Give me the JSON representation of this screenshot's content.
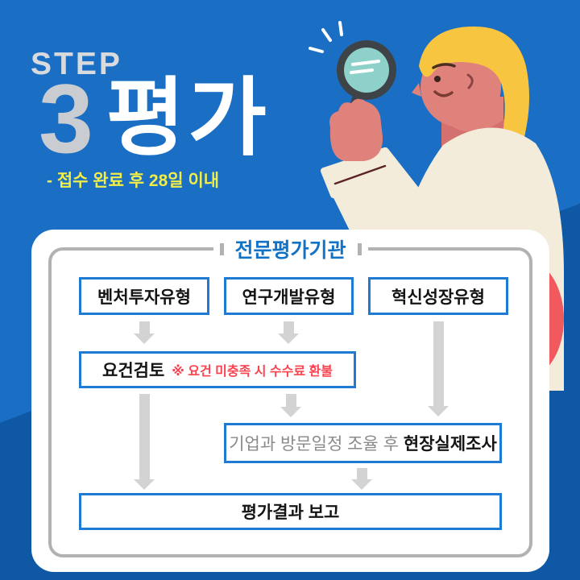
{
  "page": {
    "background_color": "#1a6ec3",
    "background_dark_color": "#0e58a5",
    "card_color": "#ffffff"
  },
  "header": {
    "step_label": "STEP",
    "step_number": "3",
    "step_title": "평가",
    "subtitle": "- 접수 완료 후 28일 이내",
    "subtitle_color": "#f1ee49"
  },
  "illustration": {
    "magnifier_lens_color": "#8ed0ca",
    "magnifier_rim_color": "#3e4347",
    "skin_color": "#e0827c",
    "skin_shadow_color": "#d4716f",
    "hair_color": "#f7c53f",
    "shirt_color": "#f4ecdb",
    "pants_color": "#f0595d"
  },
  "flowchart": {
    "agency_label": "전문평가기관",
    "type_boxes": [
      {
        "label": "벤처투자유형"
      },
      {
        "label": "연구개발유형"
      },
      {
        "label": "혁신성장유형"
      }
    ],
    "review_box": {
      "title": "요건검토",
      "note": "※ 요건 미충족 시 수수료 환불"
    },
    "site_visit_box": {
      "prefix": "기업과 방문일정 조율 후",
      "bold": "현장실제조사"
    },
    "result_box": {
      "label": "평가결과 보고"
    },
    "colors": {
      "box_border": "#1e7ad3",
      "title_blue": "#1272c5",
      "note_red": "#fa4250",
      "arrow_gray": "#d3d3d3",
      "frame_gray": "#b2b2b2"
    }
  }
}
